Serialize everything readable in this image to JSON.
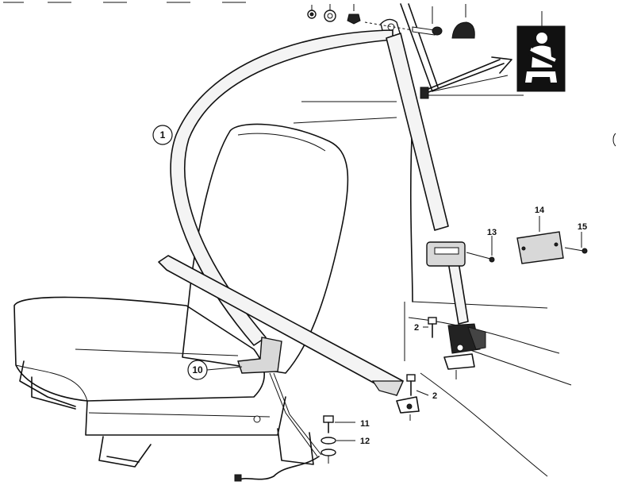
{
  "callouts": {
    "c1": "1",
    "c2a": "2",
    "c2b": "2",
    "c10": "10",
    "c11": "11",
    "c12": "12",
    "c13": "13",
    "c14": "14",
    "c15": "15"
  },
  "icons": {
    "seatbelt_sign": "seatbelt-person-icon"
  },
  "colors": {
    "line": "#111111",
    "belt_fill": "#f4f4f4",
    "sign_bg": "#111111",
    "sign_fg": "#ffffff"
  }
}
